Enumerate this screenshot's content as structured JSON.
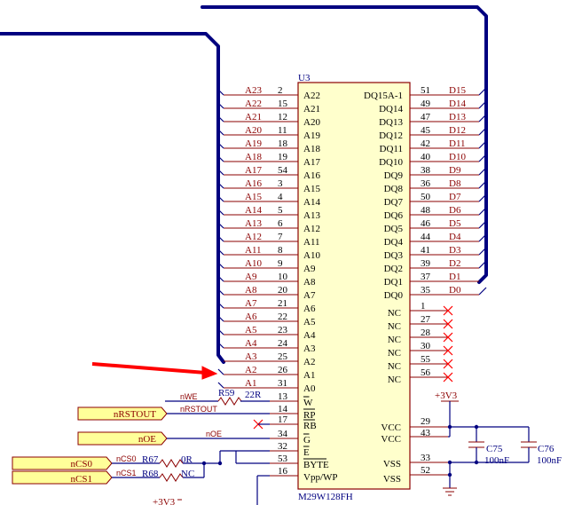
{
  "chip": {
    "designator": "U3",
    "part": "M29W128FH",
    "left_pins": [
      {
        "net": "A23",
        "num": "2",
        "name": "A22"
      },
      {
        "net": "A22",
        "num": "15",
        "name": "A21"
      },
      {
        "net": "A21",
        "num": "12",
        "name": "A20"
      },
      {
        "net": "A20",
        "num": "11",
        "name": "A19"
      },
      {
        "net": "A19",
        "num": "18",
        "name": "A18"
      },
      {
        "net": "A18",
        "num": "19",
        "name": "A17"
      },
      {
        "net": "A17",
        "num": "54",
        "name": "A16"
      },
      {
        "net": "A16",
        "num": "3",
        "name": "A15"
      },
      {
        "net": "A15",
        "num": "4",
        "name": "A14"
      },
      {
        "net": "A14",
        "num": "5",
        "name": "A13"
      },
      {
        "net": "A13",
        "num": "6",
        "name": "A12"
      },
      {
        "net": "A12",
        "num": "7",
        "name": "A11"
      },
      {
        "net": "A11",
        "num": "8",
        "name": "A10"
      },
      {
        "net": "A10",
        "num": "9",
        "name": "A9"
      },
      {
        "net": "A9",
        "num": "10",
        "name": "A8"
      },
      {
        "net": "A8",
        "num": "20",
        "name": "A7"
      },
      {
        "net": "A7",
        "num": "21",
        "name": "A6"
      },
      {
        "net": "A6",
        "num": "22",
        "name": "A5"
      },
      {
        "net": "A5",
        "num": "23",
        "name": "A4"
      },
      {
        "net": "A4",
        "num": "24",
        "name": "A3"
      },
      {
        "net": "A3",
        "num": "25",
        "name": "A2"
      },
      {
        "net": "A2",
        "num": "26",
        "name": "A1"
      },
      {
        "net": "A1",
        "num": "31",
        "name": "A0"
      }
    ],
    "control_pins": [
      {
        "num": "13",
        "name": "W"
      },
      {
        "num": "14",
        "name": "RP"
      },
      {
        "num": "17",
        "name": "RB"
      },
      {
        "num": "34",
        "name": "G"
      },
      {
        "num": "32",
        "name": "E"
      },
      {
        "num": "53",
        "name": "BYTE"
      },
      {
        "num": "16",
        "name": "Vpp/WP"
      }
    ],
    "right_pins": [
      {
        "name": "DQ15A-1",
        "num": "51",
        "net": "D15"
      },
      {
        "name": "DQ14",
        "num": "49",
        "net": "D14"
      },
      {
        "name": "DQ13",
        "num": "47",
        "net": "D13"
      },
      {
        "name": "DQ12",
        "num": "45",
        "net": "D12"
      },
      {
        "name": "DQ11",
        "num": "42",
        "net": "D11"
      },
      {
        "name": "DQ10",
        "num": "40",
        "net": "D10"
      },
      {
        "name": "DQ9",
        "num": "38",
        "net": "D9"
      },
      {
        "name": "DQ8",
        "num": "36",
        "net": "D8"
      },
      {
        "name": "DQ7",
        "num": "50",
        "net": "D7"
      },
      {
        "name": "DQ6",
        "num": "48",
        "net": "D6"
      },
      {
        "name": "DQ5",
        "num": "46",
        "net": "D5"
      },
      {
        "name": "DQ4",
        "num": "44",
        "net": "D4"
      },
      {
        "name": "DQ3",
        "num": "41",
        "net": "D3"
      },
      {
        "name": "DQ2",
        "num": "39",
        "net": "D2"
      },
      {
        "name": "DQ1",
        "num": "37",
        "net": "D1"
      },
      {
        "name": "DQ0",
        "num": "35",
        "net": "D0"
      }
    ],
    "nc_pins": [
      {
        "name": "NC",
        "num": "1"
      },
      {
        "name": "NC",
        "num": "27"
      },
      {
        "name": "NC",
        "num": "28"
      },
      {
        "name": "NC",
        "num": "30"
      },
      {
        "name": "NC",
        "num": "55"
      },
      {
        "name": "NC",
        "num": "56"
      }
    ],
    "power_pins": [
      {
        "name": "VCC",
        "num": "29"
      },
      {
        "name": "VCC",
        "num": "43"
      },
      {
        "name": "VSS",
        "num": "33"
      },
      {
        "name": "VSS",
        "num": "52"
      }
    ]
  },
  "nets": {
    "nWE": "nWE",
    "nRSTOUT": "nRSTOUT",
    "nOE": "nOE",
    "nCS0": "nCS0",
    "nCS1": "nCS1",
    "rail_right": "+3V3",
    "rail_bottom": "+3V3"
  },
  "ports": {
    "nRSTOUT": "nRSTOUT",
    "nOE": "nOE",
    "nCS0": "nCS0",
    "nCS1": "nCS1"
  },
  "resistors": [
    {
      "ref": "R59",
      "value": "22R"
    },
    {
      "ref": "R67",
      "value": "0R"
    },
    {
      "ref": "R68",
      "value": "NC"
    }
  ],
  "capacitors": [
    {
      "ref": "C75",
      "value": "100nF"
    },
    {
      "ref": "C76",
      "value": "100nF"
    }
  ],
  "annotation": {
    "color": "#ff0000",
    "icon": "red-arrow-icon"
  }
}
